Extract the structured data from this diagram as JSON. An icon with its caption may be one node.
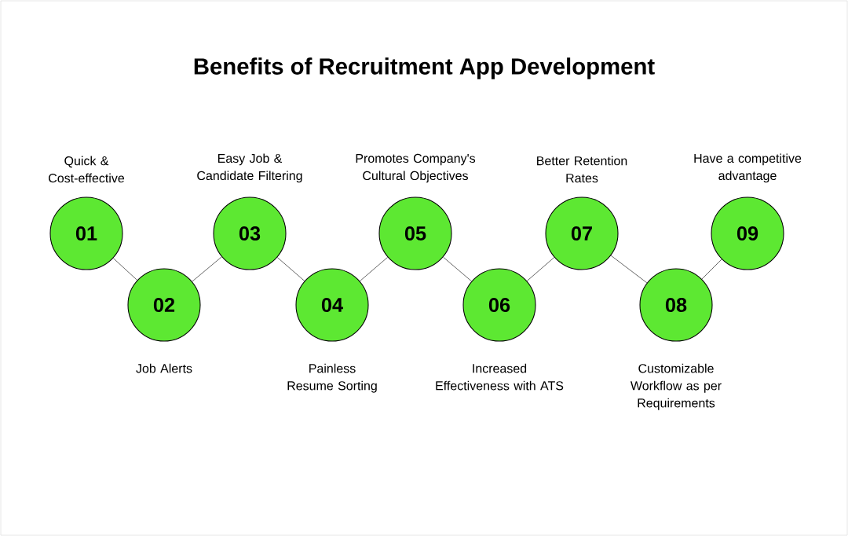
{
  "diagram": {
    "title": "Benefits of Recruitment App Development",
    "nodes": [
      {
        "text": [
          "01"
        ],
        "beside": [
          "Quick & Cost-effective"
        ]
      },
      {
        "text": [
          "02"
        ],
        "beside": [
          "Job Alerts"
        ]
      },
      {
        "text": [
          "03"
        ],
        "beside": [
          "Easy Job & Candidate Filtering"
        ]
      },
      {
        "text": [
          "04"
        ],
        "beside": [
          "Painless Resume Sorting"
        ]
      },
      {
        "text": [
          "05"
        ],
        "beside": [
          "Promotes Company's Cultural Objectives"
        ]
      },
      {
        "text": [
          "06"
        ],
        "beside": [
          "Increased Effectiveness with ATS"
        ]
      },
      {
        "text": [
          "07"
        ],
        "beside": [
          "Better Retention Rates"
        ]
      },
      {
        "text": [
          "08"
        ],
        "beside": [
          "Customizable Workflow as per Requirements"
        ]
      },
      {
        "text": [
          "09"
        ],
        "beside": [
          "Have a competitive advantage"
        ]
      }
    ],
    "edges": [
      {
        "from": 0,
        "to": 1,
        "arrow": "none"
      },
      {
        "from": 1,
        "to": 2,
        "arrow": "none"
      },
      {
        "from": 2,
        "to": 3,
        "arrow": "none"
      },
      {
        "from": 3,
        "to": 4,
        "arrow": "none"
      },
      {
        "from": 4,
        "to": 5,
        "arrow": "none"
      },
      {
        "from": 5,
        "to": 6,
        "arrow": "none"
      },
      {
        "from": 6,
        "to": 7,
        "arrow": "none"
      },
      {
        "from": 7,
        "to": 8,
        "arrow": "none"
      }
    ]
  }
}
